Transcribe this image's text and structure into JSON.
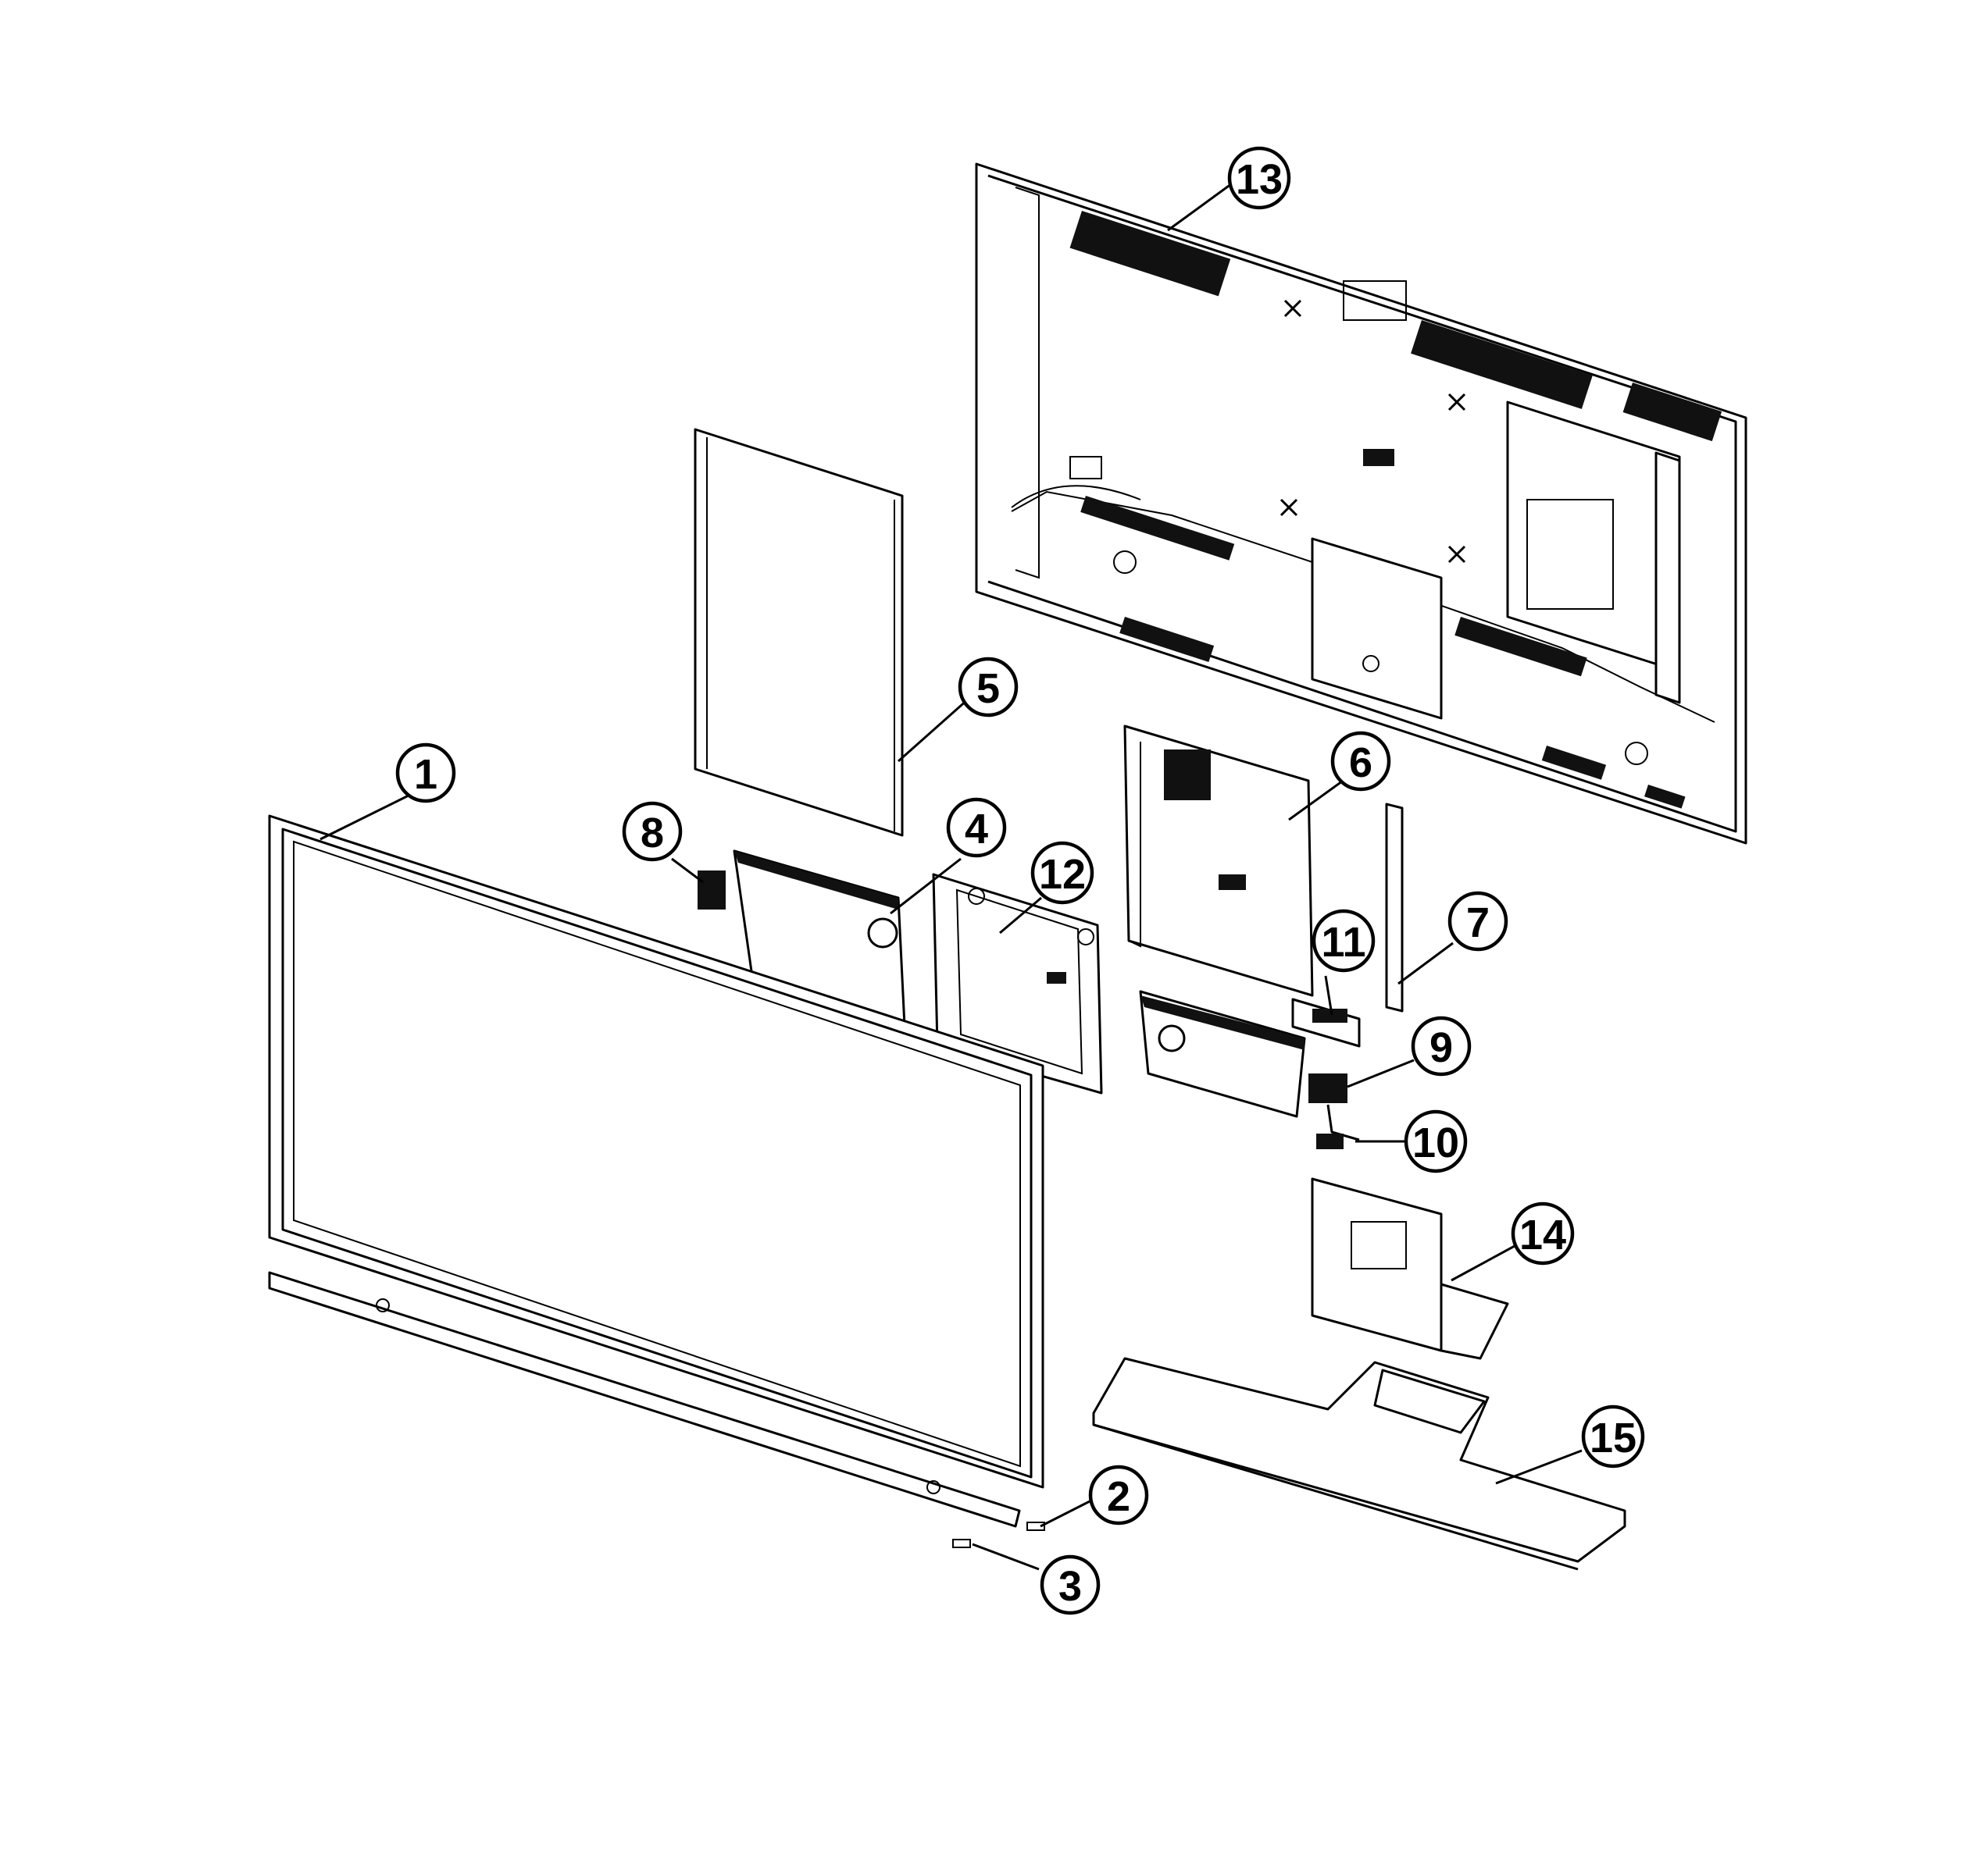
{
  "diagram": {
    "type": "exploded-parts-diagram",
    "callouts": [
      {
        "id": "1",
        "label": "1",
        "part": "front-bezel-panel"
      },
      {
        "id": "2",
        "label": "2",
        "part": "small-clip"
      },
      {
        "id": "3",
        "label": "3",
        "part": "screw"
      },
      {
        "id": "4",
        "label": "4",
        "part": "speaker-left"
      },
      {
        "id": "5",
        "label": "5",
        "part": "power-board"
      },
      {
        "id": "6",
        "label": "6",
        "part": "main-board"
      },
      {
        "id": "7",
        "label": "7",
        "part": "side-bracket"
      },
      {
        "id": "8",
        "label": "8",
        "part": "small-connector"
      },
      {
        "id": "9",
        "label": "9",
        "part": "connector-block"
      },
      {
        "id": "10",
        "label": "10",
        "part": "cable"
      },
      {
        "id": "11",
        "label": "11",
        "part": "sub-board"
      },
      {
        "id": "12",
        "label": "12",
        "part": "center-bracket"
      },
      {
        "id": "13",
        "label": "13",
        "part": "rear-cover"
      },
      {
        "id": "14",
        "label": "14",
        "part": "stand-neck"
      },
      {
        "id": "15",
        "label": "15",
        "part": "stand-base"
      }
    ]
  }
}
